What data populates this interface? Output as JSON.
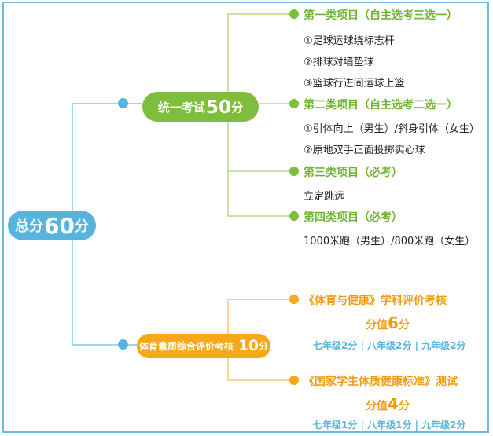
{
  "root": {
    "text": "总分",
    "num": "60",
    "unit": "分"
  },
  "branch_a": {
    "text": "统一考试",
    "num": "50",
    "unit": "分",
    "groups": [
      {
        "title": "第一类项目（自主选考三选一）",
        "items": [
          "①足球运球绕标志杆",
          "②排球对墙垫球",
          "③篮球行进间运球上篮"
        ]
      },
      {
        "title": "第二类项目（自主选考二选一）",
        "items": [
          "①引体向上（男生）/斜身引体（女生）",
          "②原地双手正面投掷实心球"
        ]
      },
      {
        "title": "第三类项目（必考）",
        "items": [
          "立定跳远"
        ]
      },
      {
        "title": "第四类项目（必考）",
        "items": [
          "1000米跑（男生）/800米跑（女生）"
        ]
      }
    ]
  },
  "branch_b": {
    "text": "体育素质综合评价考核",
    "num": "10",
    "unit": "分",
    "groups": [
      {
        "title": "《体育与健康》学科评价考核",
        "value_prefix": "分值",
        "value_num": "6",
        "value_unit": "分",
        "grades": "七年级2分 | 八年级2分 | 九年级2分"
      },
      {
        "title": "《国家学生体质健康标准》测试",
        "value_prefix": "分值",
        "value_num": "4",
        "value_unit": "分",
        "grades": "七年级1分 | 八年级1分 | 九年级2分"
      }
    ]
  },
  "colors": {
    "blue": "#57b4de",
    "green": "#7fbe3c",
    "orange": "#f6a81a",
    "frame": "#6eb9dc"
  }
}
